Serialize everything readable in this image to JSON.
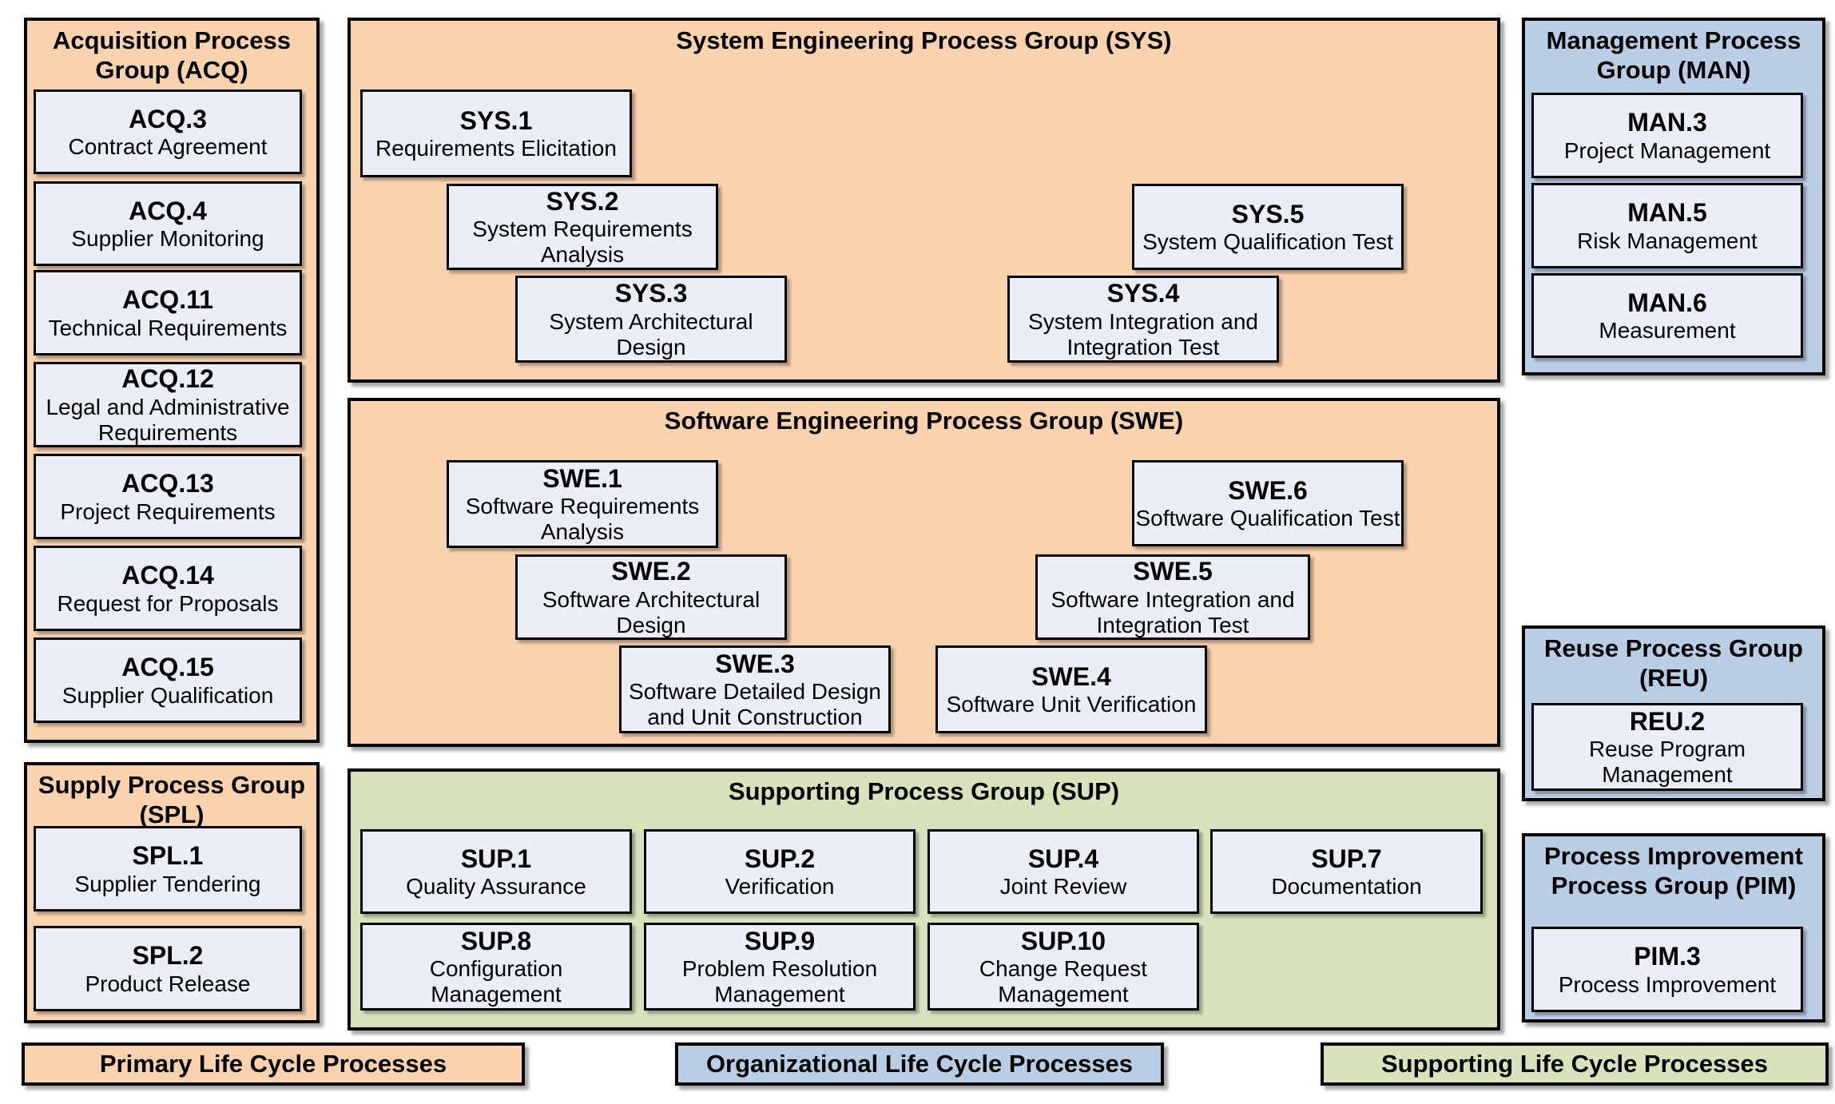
{
  "colors": {
    "primary_fill": "#FAD2AD",
    "organizational_fill": "#B9CDE4",
    "supporting_fill": "#D7E3BB",
    "process_fill": "#EAEEF6",
    "border": "#000000"
  },
  "groups": {
    "acq": {
      "title": "Acquisition Process Group (ACQ)",
      "items": [
        {
          "code": "ACQ.3",
          "name": "Contract Agreement"
        },
        {
          "code": "ACQ.4",
          "name": "Supplier Monitoring"
        },
        {
          "code": "ACQ.11",
          "name": "Technical Requirements"
        },
        {
          "code": "ACQ.12",
          "name": "Legal and Administrative Requirements"
        },
        {
          "code": "ACQ.13",
          "name": "Project Requirements"
        },
        {
          "code": "ACQ.14",
          "name": "Request for Proposals"
        },
        {
          "code": "ACQ.15",
          "name": "Supplier Qualification"
        }
      ]
    },
    "spl": {
      "title": "Supply Process Group (SPL)",
      "items": [
        {
          "code": "SPL.1",
          "name": "Supplier Tendering"
        },
        {
          "code": "SPL.2",
          "name": "Product Release"
        }
      ]
    },
    "sys": {
      "title": "System Engineering Process Group (SYS)",
      "items": [
        {
          "code": "SYS.1",
          "name": "Requirements Elicitation"
        },
        {
          "code": "SYS.2",
          "name": "System Requirements Analysis"
        },
        {
          "code": "SYS.3",
          "name": "System Architectural Design"
        },
        {
          "code": "SYS.4",
          "name": "System Integration and Integration Test"
        },
        {
          "code": "SYS.5",
          "name": "System Qualification Test"
        }
      ]
    },
    "swe": {
      "title": "Software Engineering Process Group (SWE)",
      "items": [
        {
          "code": "SWE.1",
          "name": "Software Requirements Analysis"
        },
        {
          "code": "SWE.2",
          "name": "Software Architectural Design"
        },
        {
          "code": "SWE.3",
          "name": "Software Detailed Design and Unit Construction"
        },
        {
          "code": "SWE.4",
          "name": "Software Unit Verification"
        },
        {
          "code": "SWE.5",
          "name": "Software Integration and Integration Test"
        },
        {
          "code": "SWE.6",
          "name": "Software Qualification Test"
        }
      ]
    },
    "sup": {
      "title": "Supporting Process Group (SUP)",
      "items": [
        {
          "code": "SUP.1",
          "name": "Quality Assurance"
        },
        {
          "code": "SUP.2",
          "name": "Verification"
        },
        {
          "code": "SUP.4",
          "name": "Joint Review"
        },
        {
          "code": "SUP.7",
          "name": "Documentation"
        },
        {
          "code": "SUP.8",
          "name": "Configuration Management"
        },
        {
          "code": "SUP.9",
          "name": "Problem Resolution Management"
        },
        {
          "code": "SUP.10",
          "name": "Change Request Management"
        }
      ]
    },
    "man": {
      "title": "Management Process Group (MAN)",
      "items": [
        {
          "code": "MAN.3",
          "name": "Project Management"
        },
        {
          "code": "MAN.5",
          "name": "Risk Management"
        },
        {
          "code": "MAN.6",
          "name": "Measurement"
        }
      ]
    },
    "reu": {
      "title": "Reuse Process Group (REU)",
      "items": [
        {
          "code": "REU.2",
          "name": "Reuse Program Management"
        }
      ]
    },
    "pim": {
      "title": "Process Improvement Process Group (PIM)",
      "items": [
        {
          "code": "PIM.3",
          "name": "Process Improvement"
        }
      ]
    }
  },
  "legend": {
    "primary": "Primary Life Cycle Processes",
    "organizational": "Organizational Life Cycle Processes",
    "supporting": "Supporting Life Cycle Processes"
  }
}
